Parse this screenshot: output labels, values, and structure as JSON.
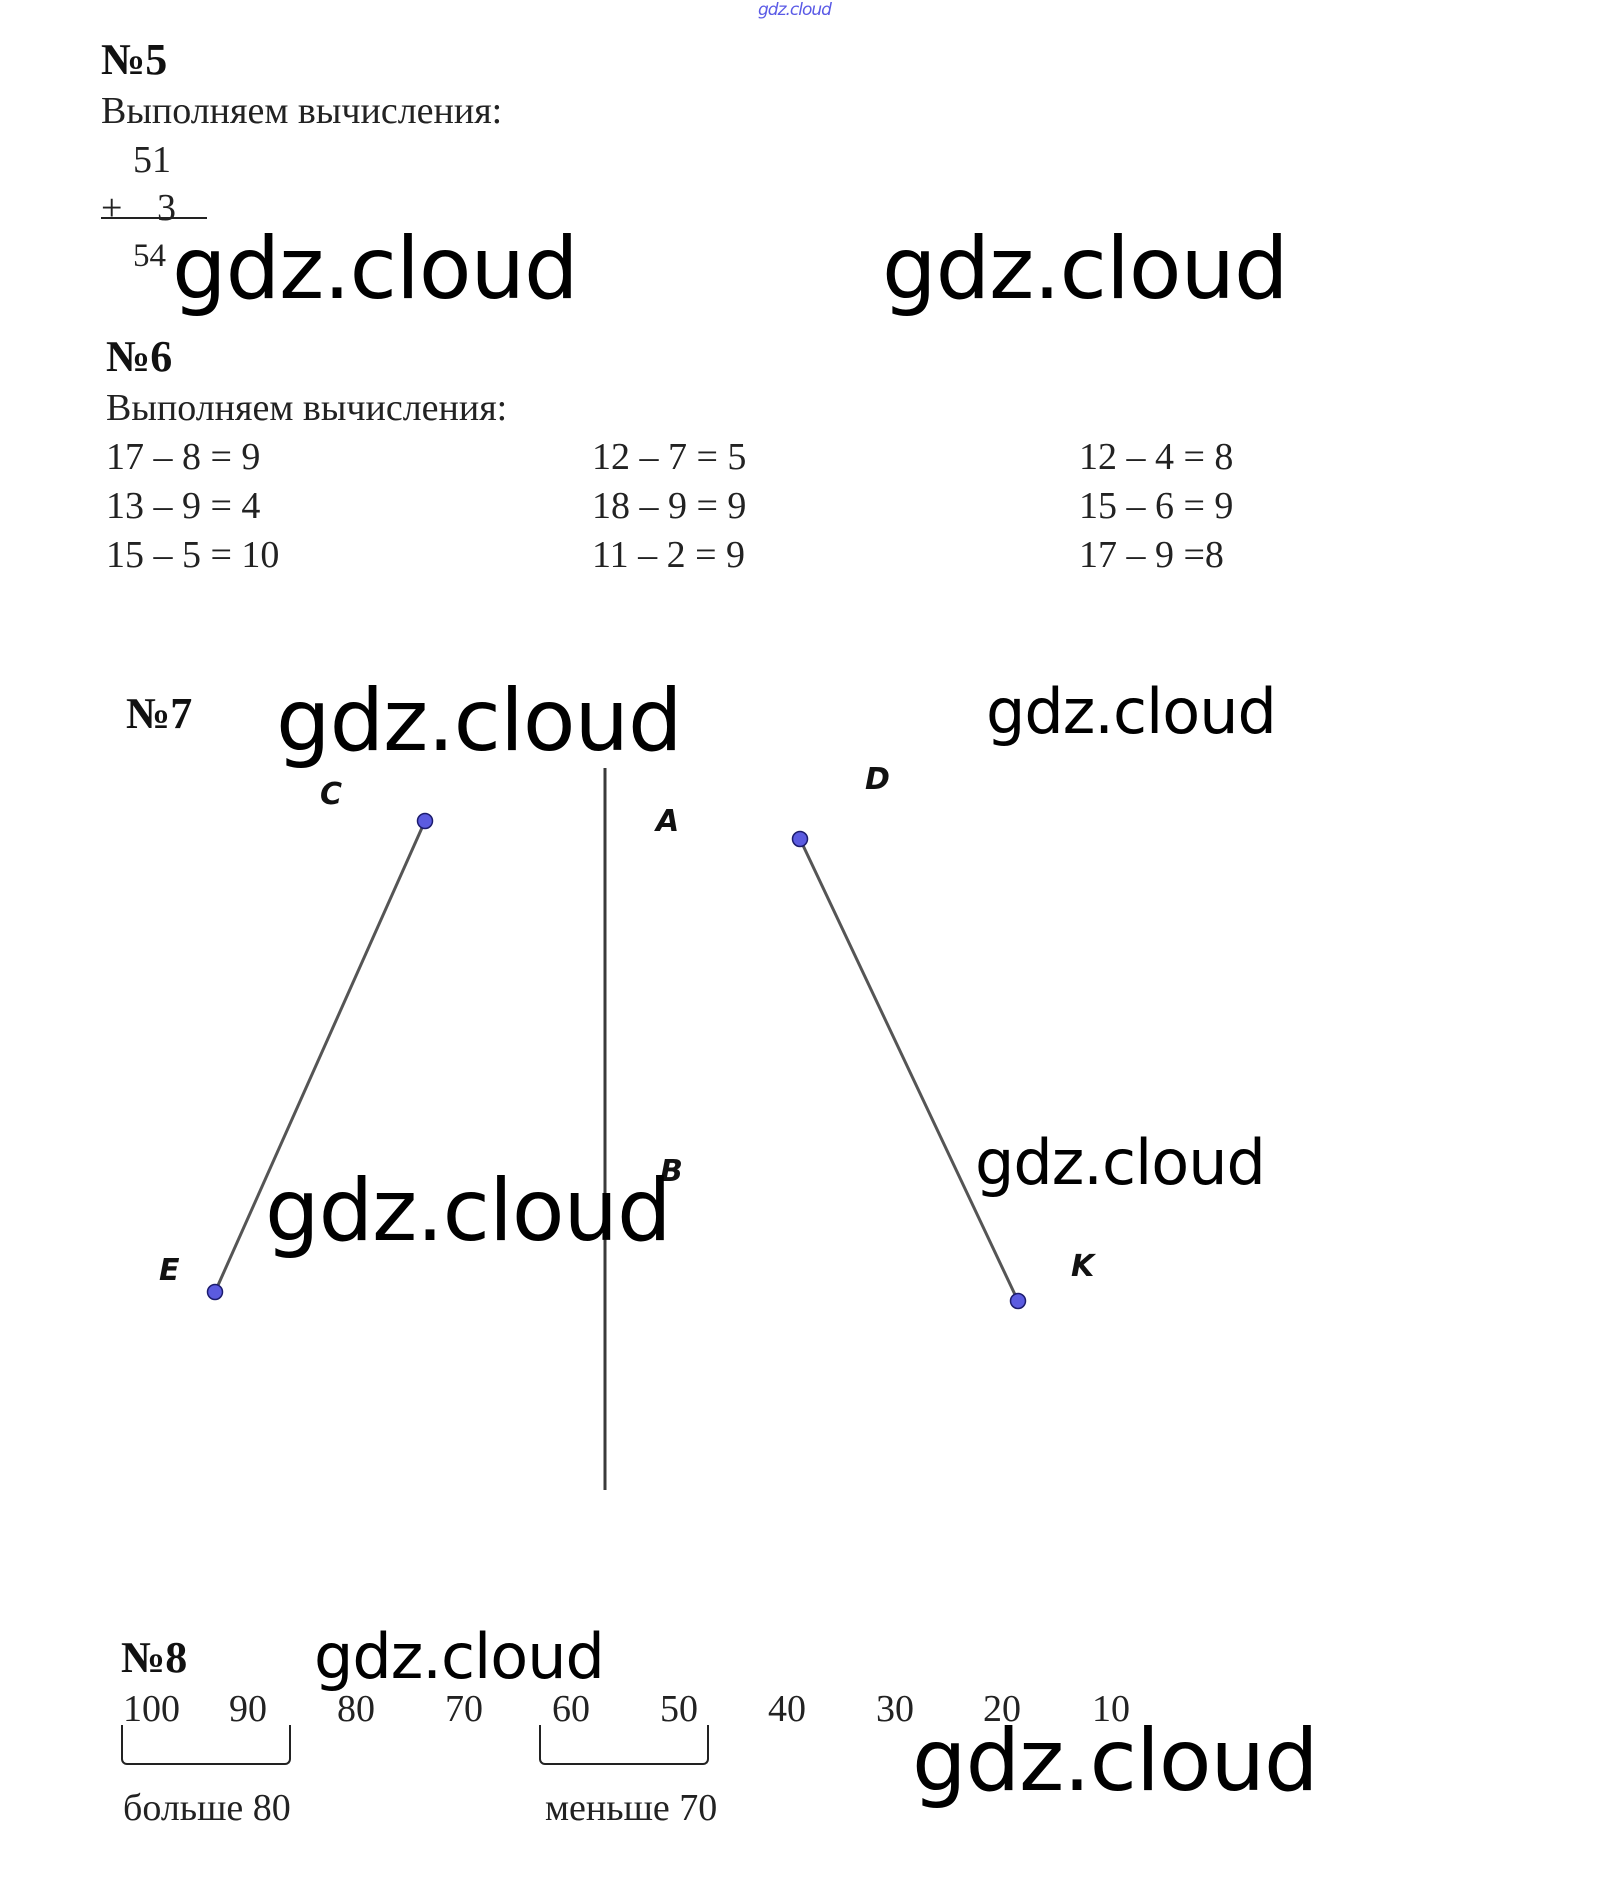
{
  "watermarks": [
    "gdz.cloud",
    "gdz.cloud",
    "gdz.cloud",
    "gdz.cloud",
    "gdz.cloud",
    "gdz.cloud",
    "gdz.cloud",
    "gdz.cloud",
    "gdz.cloud"
  ],
  "task5": {
    "title": "№5",
    "intro": "Выполняем вычисления:",
    "operand1": "51",
    "plus": "+",
    "operand2": "3",
    "result": "54"
  },
  "task6": {
    "title": "№6",
    "intro": "Выполняем вычисления:",
    "equations": [
      "17 – 8 = 9",
      "12 – 7 = 5",
      "12 – 4 = 8",
      "13 – 9 = 4",
      "18 – 9 = 9",
      "15 – 6 = 9",
      "15 – 5 = 10",
      "11 – 2 = 9",
      "17 – 9 =8"
    ]
  },
  "task7": {
    "title": "№7",
    "points": {
      "C": "C",
      "E": "E",
      "A": "A",
      "B": "B",
      "D": "D",
      "K": "K"
    },
    "point_color": "#5b5be0"
  },
  "task8": {
    "title": "№8",
    "numbers": [
      "100",
      "90",
      "80",
      "70",
      "60",
      "50",
      "40",
      "30",
      "20",
      "10"
    ],
    "group1_label": "больше 80",
    "group2_label": "меньше 70"
  }
}
